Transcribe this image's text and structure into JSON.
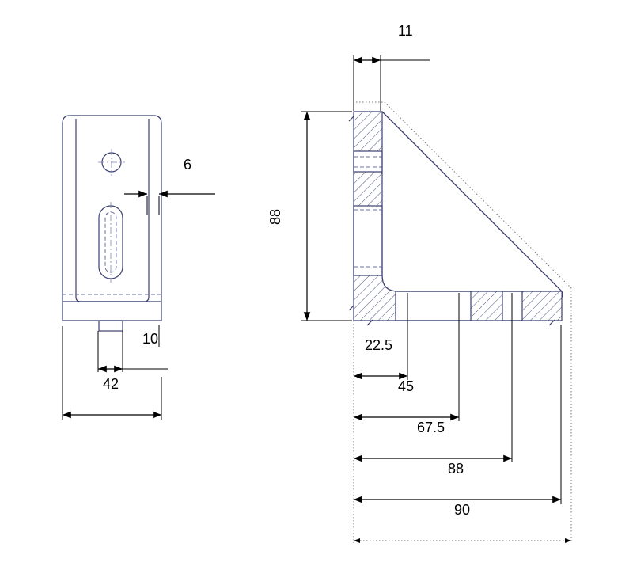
{
  "drawing": {
    "front_view": {
      "dim_top": "6",
      "dim_base": "10",
      "dim_width": "42"
    },
    "side_view": {
      "dim_thickness": "11",
      "dim_height": "88",
      "dim_h1": "22.5",
      "dim_h2": "45",
      "dim_h3": "67.5",
      "dim_h4": "88",
      "dim_h5": "90"
    }
  }
}
